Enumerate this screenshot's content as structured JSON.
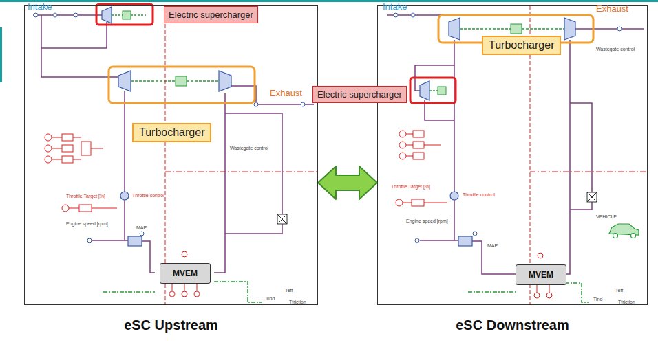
{
  "diagram": {
    "nodes": [
      {
        "text": [
          "eSC Upstream"
        ]
      },
      {
        "text": [
          "Electric supercharger"
        ],
        "in": 0
      },
      {
        "text": [
          "Turbocharger"
        ],
        "in": 0
      },
      {
        "text": [
          "MVEM"
        ],
        "in": 0
      },
      {
        "text": [
          "eSC Downstream"
        ]
      },
      {
        "text": [
          "Turbocharger"
        ],
        "in": 4
      },
      {
        "text": [
          "Electric supercharger"
        ],
        "in": 4
      },
      {
        "text": [
          "MVEM"
        ],
        "in": 4
      }
    ],
    "edges": [
      {
        "from": 0,
        "to": 4,
        "arrow": "both"
      }
    ],
    "labels": [
      "Intake",
      "Exhaust",
      "Throttle Target [%]",
      "Throttle control",
      "Engine speed [rpm]",
      "Wastegate control",
      "MAP",
      "Tind",
      "Teff",
      "Tfriction",
      "Intake",
      "Exhaust",
      "Throttle Target [%]",
      "Throttle control",
      "Engine speed [rpm]",
      "Wastegate control",
      "MAP",
      "VEHICLE",
      "Tind",
      "Teff",
      "Tfriction"
    ]
  }
}
